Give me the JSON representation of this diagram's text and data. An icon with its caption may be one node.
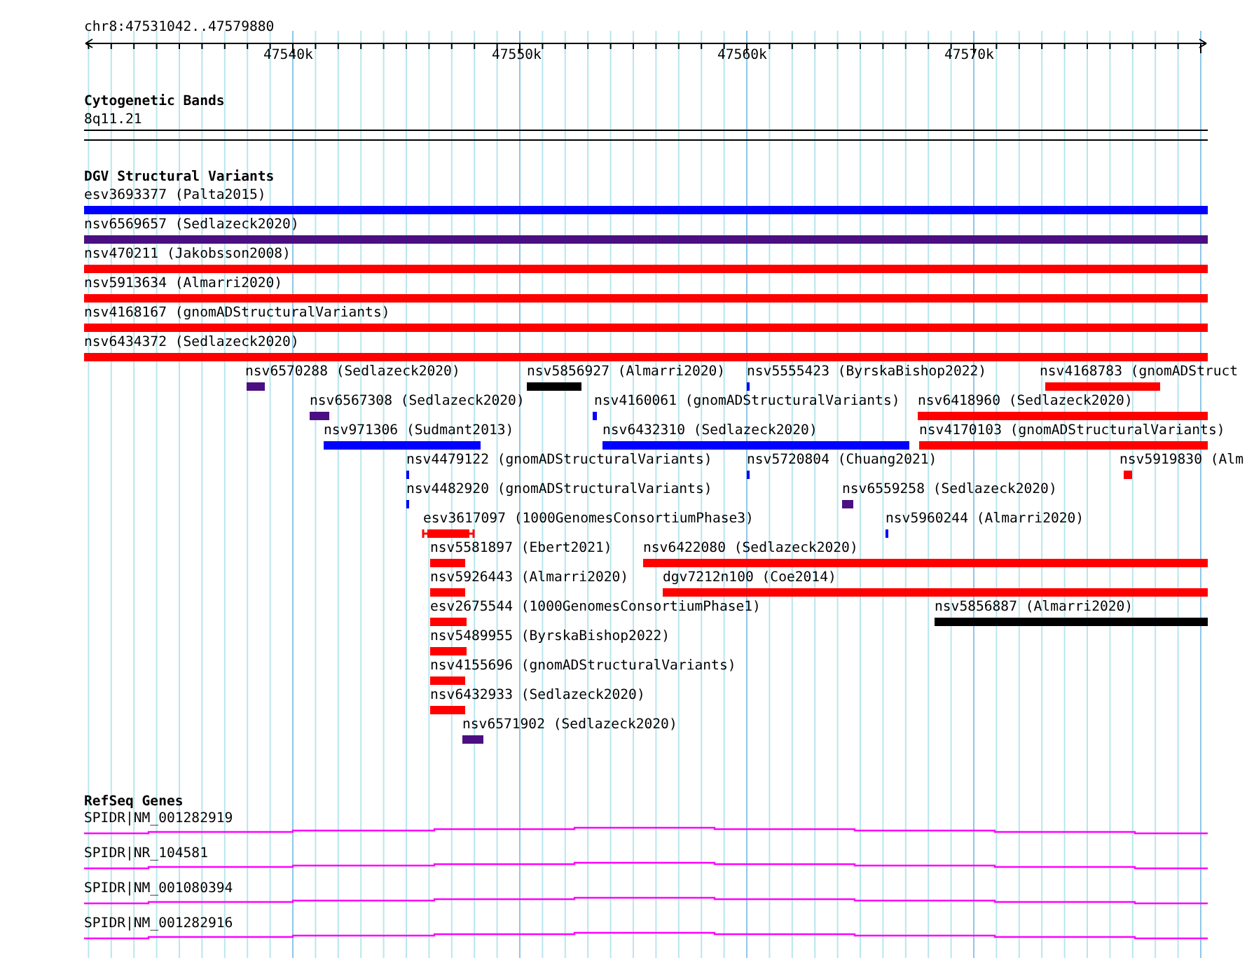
{
  "diagram": {
    "labels": [
      "chr8:47531042..47579880",
      "47540k",
      "47550k",
      "47560k",
      "47570k",
      "Cytogenetic Bands",
      "8q11.21",
      "DGV Structural Variants",
      "esv3693377 (Palta2015)",
      "nsv6569657 (Sedlazeck2020)",
      "nsv470211 (Jakobsson2008)",
      "nsv5913634 (Almarri2020)",
      "nsv4168167 (gnomADStructuralVariants)",
      "nsv6434372 (Sedlazeck2020)",
      "nsv6570288 (Sedlazeck2020)",
      "nsv5856927 (Almarri2020)",
      "nsv5555423 (ByrskaBishop2022)",
      "nsv4168783 (gnomADStruct",
      "nsv6567308 (Sedlazeck2020)",
      "nsv4160061 (gnomADStructuralVariants)",
      "nsv6418960 (Sedlazeck2020)",
      "nsv971306 (Sudmant2013)",
      "nsv6432310 (Sedlazeck2020)",
      "nsv4170103 (gnomADStructuralVariants)",
      "nsv4479122 (gnomADStructuralVariants)",
      "nsv5720804 (Chuang2021)",
      "nsv5919830 (Alm",
      "nsv4482920 (gnomADStructuralVariants)",
      "nsv6559258 (Sedlazeck2020)",
      "esv3617097 (1000GenomesConsortiumPhase3)",
      "nsv5960244 (Almarri2020)",
      "nsv5581897 (Ebert2021)",
      "nsv6422080 (Sedlazeck2020)",
      "nsv5926443 (Almarri2020)",
      "dgv7212n100 (Coe2014)",
      "esv2675544 (1000GenomesConsortiumPhase1)",
      "nsv5856887 (Almarri2020)",
      "nsv5489955 (ByrskaBishop2022)",
      "nsv4155696 (gnomADStructuralVariants)",
      "nsv6432933 (Sedlazeck2020)",
      "nsv6571902 (Sedlazeck2020)",
      "RefSeq Genes",
      "SPIDR|NM_001282919",
      "SPIDR|NR_104581",
      "SPIDR|NM_001080394",
      "SPIDR|NM_001282916"
    ]
  }
}
